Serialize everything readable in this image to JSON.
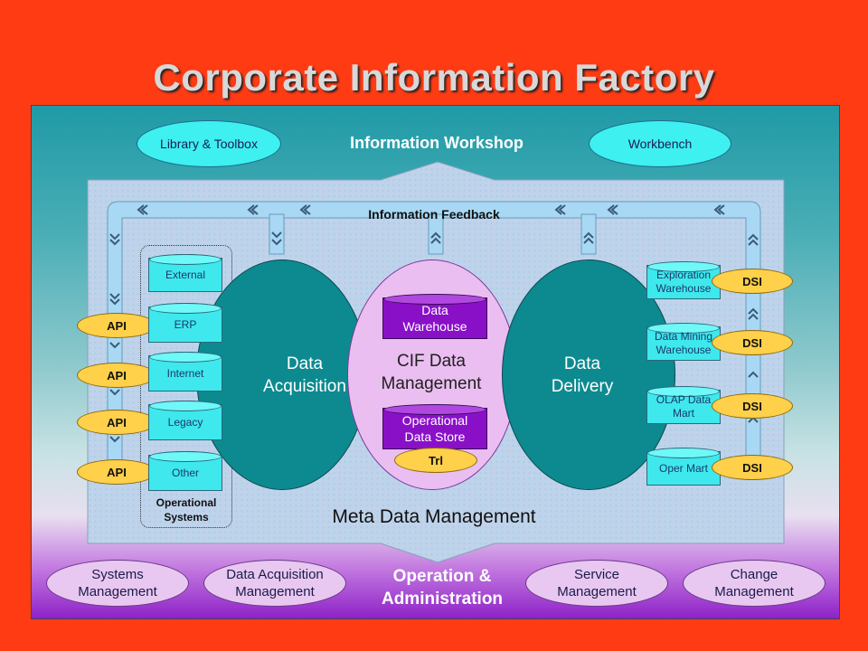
{
  "title": "Corporate Information Factory",
  "workshop": {
    "title": "Information Workshop",
    "library": "Library & Toolbox",
    "workbench": "Workbench"
  },
  "feedback": "Information Feedback",
  "operational_systems": {
    "items": [
      "External",
      "ERP",
      "Internet",
      "Legacy",
      "Other"
    ],
    "label_line1": "Operational",
    "label_line2": "Systems"
  },
  "api": [
    "API",
    "API",
    "API",
    "API"
  ],
  "acquisition": {
    "line1": "Data",
    "line2": "Acquisition"
  },
  "cif": {
    "line1": "CIF Data",
    "line2": "Management",
    "warehouse_line1": "Data",
    "warehouse_line2": "Warehouse",
    "ods_line1": "Operational",
    "ods_line2": "Data Store",
    "trl": "Trl"
  },
  "delivery": {
    "line1": "Data",
    "line2": "Delivery"
  },
  "marts": [
    {
      "line1": "Exploration",
      "line2": "Warehouse"
    },
    {
      "line1": "Data Mining",
      "line2": "Warehouse"
    },
    {
      "line1": "OLAP Data",
      "line2": "Mart"
    },
    {
      "line1": "Oper Mart",
      "line2": ""
    }
  ],
  "dsi": [
    "DSI",
    "DSI",
    "DSI",
    "DSI"
  ],
  "meta": "Meta Data Management",
  "operation": {
    "line1": "Operation &",
    "line2": "Administration",
    "systems_line1": "Systems",
    "systems_line2": "Management",
    "acq_line1": "Data Acquisition",
    "acq_line2": "Management",
    "service_line1": "Service",
    "service_line2": "Management",
    "change_line1": "Change",
    "change_line2": "Management"
  },
  "colors": {
    "background": "#ff3b14",
    "teal": "#0d8a90",
    "cyan": "#3ef0f0",
    "gold": "#ffd04a",
    "purple": "#8a10c8",
    "pipe": "#a8d8f4"
  }
}
